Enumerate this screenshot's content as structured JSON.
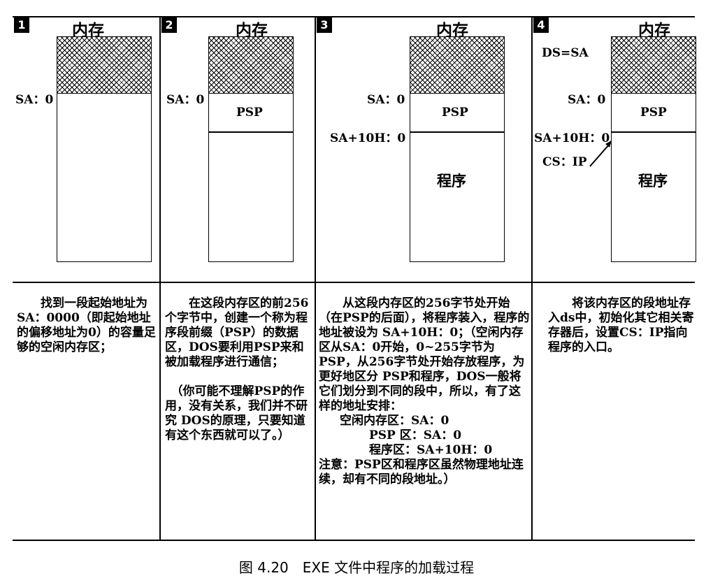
{
  "panels": [
    {
      "number": "1",
      "title": "内存",
      "labels": {
        "sa": "SA：0"
      },
      "description": [
        "找到一段起始地址为SA：0000（即起始地址的偏移地址为0）的容量足够的空闲内存区；"
      ]
    },
    {
      "number": "2",
      "title": "内存",
      "labels": {
        "sa": "SA：0",
        "psp": "PSP"
      },
      "description": [
        "在这段内存区的前256个字节中，创建一个称为程序段前缀（PSP）的数据区，DOS要利用PSP来和被加载程序进行通信；",
        "（你可能不理解PSP的作用，没有关系，我们并不研究 DOS的原理，只要知道有这个东西就可以了。）"
      ]
    },
    {
      "number": "3",
      "title": "内存",
      "labels": {
        "sa": "SA：0",
        "sa10": "SA+10H：0",
        "psp": "PSP",
        "program": "程序"
      },
      "description": [
        "从这段内存区的256字节处开始（在PSP的后面），将程序装入，程序的地址被设为 SA+10H：0；（空闲内存区从SA：0开始，0~255字节为 PSP，从256字节处开始存放程序，为更好地区分 PSP和程序，DOS一般将它们划分到不同的段中，所以，有了这样的地址安排：",
        "空闲内存区：SA：0",
        "PSP 区：SA：0",
        "程序区：SA+10H：0",
        "注意：PSP区和程序区虽然物理地址连续，却有不同的段地址。）"
      ]
    },
    {
      "number": "4",
      "title": "内存",
      "labels": {
        "ds": "DS=SA",
        "sa": "SA：0",
        "sa10": "SA+10H：0",
        "csip": "CS：IP",
        "psp": "PSP",
        "program": "程序"
      },
      "description": [
        "将该内存区的段地址存入ds中，初始化其它相关寄存器后，设置CS：IP指向程序的入口。"
      ]
    }
  ],
  "caption": "图 4.20　EXE 文件中程序的加载过程"
}
